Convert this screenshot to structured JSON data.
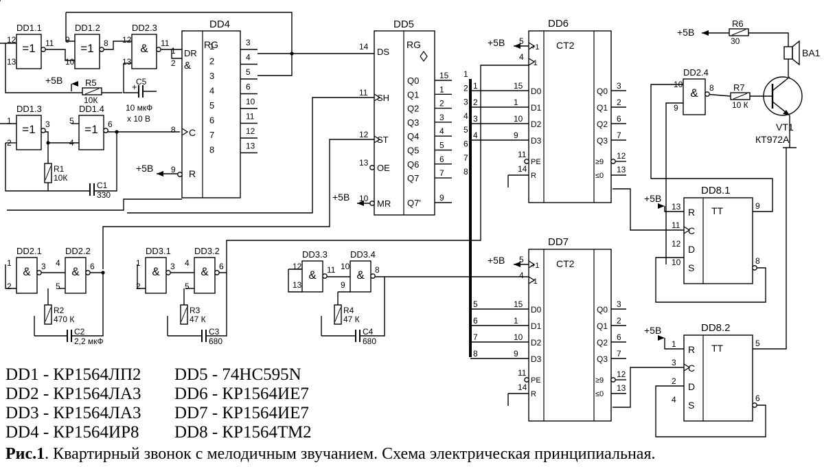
{
  "components": {
    "dd1_1": {
      "name": "DD1.1",
      "sym": "=1",
      "pins": [
        "12",
        "13",
        "11"
      ]
    },
    "dd1_2": {
      "name": "DD1.2",
      "sym": "=1",
      "pins": [
        "9",
        "10",
        "8"
      ]
    },
    "dd1_3": {
      "name": "DD1.3",
      "sym": "=1",
      "pins": [
        "1",
        "2",
        "3"
      ]
    },
    "dd1_4": {
      "name": "DD1.4",
      "sym": "=1",
      "pins": [
        "5",
        "4",
        "6"
      ]
    },
    "dd2_1": {
      "name": "DD2.1",
      "sym": "&",
      "pins": [
        "1",
        "2",
        "3"
      ]
    },
    "dd2_2": {
      "name": "DD2.2",
      "sym": "&",
      "pins": [
        "4",
        "5",
        "6"
      ]
    },
    "dd2_3": {
      "name": "DD2.3",
      "sym": "&",
      "pins": [
        "12",
        "13",
        "11"
      ]
    },
    "dd2_4": {
      "name": "DD2.4",
      "sym": "&",
      "pins": [
        "10",
        "9",
        "8"
      ]
    },
    "dd3_1": {
      "name": "DD3.1",
      "sym": "&",
      "pins": [
        "1",
        "2",
        "3"
      ]
    },
    "dd3_2": {
      "name": "DD3.2",
      "sym": "&",
      "pins": [
        "4",
        "5",
        "6"
      ]
    },
    "dd3_3": {
      "name": "DD3.3",
      "sym": "&",
      "pins": [
        "12",
        "13",
        "11"
      ]
    },
    "dd3_4": {
      "name": "DD3.4",
      "sym": "&",
      "pins": [
        "10",
        "9",
        "8"
      ]
    },
    "dd4": {
      "name": "DD4",
      "type": "RG",
      "dr": "DR",
      "and": "&",
      "c": "C",
      "r": "R",
      "in_pins": [
        "1",
        "2",
        "8",
        "9"
      ],
      "q_labels": [
        "1",
        "2",
        "3",
        "4",
        "5",
        "6",
        "7",
        "8"
      ],
      "q_pins": [
        "3",
        "4",
        "5",
        "6",
        "10",
        "11",
        "12",
        "13"
      ]
    },
    "dd5": {
      "name": "DD5",
      "type": "RG",
      "in_labels": [
        "DS",
        "SH",
        "ST",
        "OE",
        "MR"
      ],
      "in_pins": [
        "14",
        "11",
        "12",
        "13",
        "10"
      ],
      "q_labels": [
        "Q0",
        "Q1",
        "Q2",
        "Q3",
        "Q4",
        "Q5",
        "Q6",
        "Q7",
        "Q7'"
      ],
      "q_pins": [
        "15",
        "1",
        "2",
        "3",
        "4",
        "5",
        "6",
        "7",
        "9"
      ]
    },
    "dd6": {
      "name": "DD6",
      "type": "CT2",
      "top_labels": [
        "+1",
        "-1"
      ],
      "top_pins": [
        "5",
        "4"
      ],
      "d_labels": [
        "D0",
        "D1",
        "D2",
        "D3"
      ],
      "d_pins": [
        "15",
        "1",
        "10",
        "9"
      ],
      "ctl_labels": [
        "PE",
        "R"
      ],
      "ctl_pins": [
        "11",
        "14"
      ],
      "q_labels": [
        "Q0",
        "Q1",
        "Q2",
        "Q3"
      ],
      "q_pins": [
        "3",
        "2",
        "6",
        "7"
      ],
      "cr_labels": [
        "≥9",
        "≤0"
      ],
      "cr_pins": [
        "12",
        "13"
      ]
    },
    "dd7": {
      "name": "DD7",
      "type": "CT2",
      "top_labels": [
        "+1",
        "-1"
      ],
      "top_pins": [
        "5",
        "4"
      ],
      "d_labels": [
        "D0",
        "D1",
        "D2",
        "D3"
      ],
      "d_pins": [
        "15",
        "1",
        "10",
        "9"
      ],
      "ctl_labels": [
        "PE",
        "R"
      ],
      "ctl_pins": [
        "11",
        "14"
      ],
      "q_labels": [
        "Q0",
        "Q1",
        "Q2",
        "Q3"
      ],
      "q_pins": [
        "3",
        "2",
        "6",
        "7"
      ],
      "cr_labels": [
        "≥9",
        "≤0"
      ],
      "cr_pins": [
        "12",
        "13"
      ]
    },
    "dd8_1": {
      "name": "DD8.1",
      "type": "TT",
      "in_labels": [
        "R",
        "C",
        "D",
        "S"
      ],
      "in_pins": [
        "13",
        "11",
        "12",
        "10"
      ],
      "q": "9",
      "nq": "8"
    },
    "dd8_2": {
      "name": "DD8.2",
      "type": "TT",
      "in_labels": [
        "R",
        "C",
        "D",
        "S"
      ],
      "in_pins": [
        "1",
        "3",
        "2",
        "4"
      ],
      "q": "5",
      "nq": "6"
    }
  },
  "bus": {
    "dd5_left": [
      "1",
      "2",
      "3",
      "4",
      "5",
      "6",
      "7",
      "8"
    ],
    "dd6_in": [
      "1",
      "2",
      "3",
      "4"
    ],
    "dd7_in": [
      "5",
      "6",
      "7",
      "8"
    ]
  },
  "passives": {
    "r1": {
      "name": "R1",
      "value": "10К"
    },
    "r2": {
      "name": "R2",
      "value": "470 К"
    },
    "r3": {
      "name": "R3",
      "value": "47 К"
    },
    "r4": {
      "name": "R4",
      "value": "47 К"
    },
    "r5": {
      "name": "R5",
      "value": "10К"
    },
    "r6": {
      "name": "R6",
      "value": "30"
    },
    "r7": {
      "name": "R7",
      "value": "10 К"
    },
    "c1": {
      "name": "C1",
      "value": "330"
    },
    "c2": {
      "name": "C2",
      "value": "2,2 мкФ"
    },
    "c3": {
      "name": "C3",
      "value": "680"
    },
    "c4": {
      "name": "C4",
      "value": "680"
    },
    "c5": {
      "name": "C5",
      "value": "10 мкФ",
      "value2": "х 10 В",
      "plus": "+"
    },
    "vt1": {
      "name": "VT1",
      "value": "КТ972А"
    },
    "ba1": {
      "name": "BA1"
    }
  },
  "supply": "+5В",
  "legend": {
    "left": [
      "DD1 - КР1564ЛП2",
      "DD2 - КР1564ЛА3",
      "DD3 - КР1564ЛА3",
      "DD4 - КР1564ИР8"
    ],
    "right": [
      "DD5 - 74НС595N",
      "DD6 - КР1564ИЕ7",
      "DD7 - КР1564ИЕ7",
      "DD8 - КР1564ТМ2"
    ]
  },
  "caption": {
    "label": "Рис.1",
    "text": ". Квартирный звонок с мелодичным звучанием. Схема электрическая принципиальная."
  }
}
